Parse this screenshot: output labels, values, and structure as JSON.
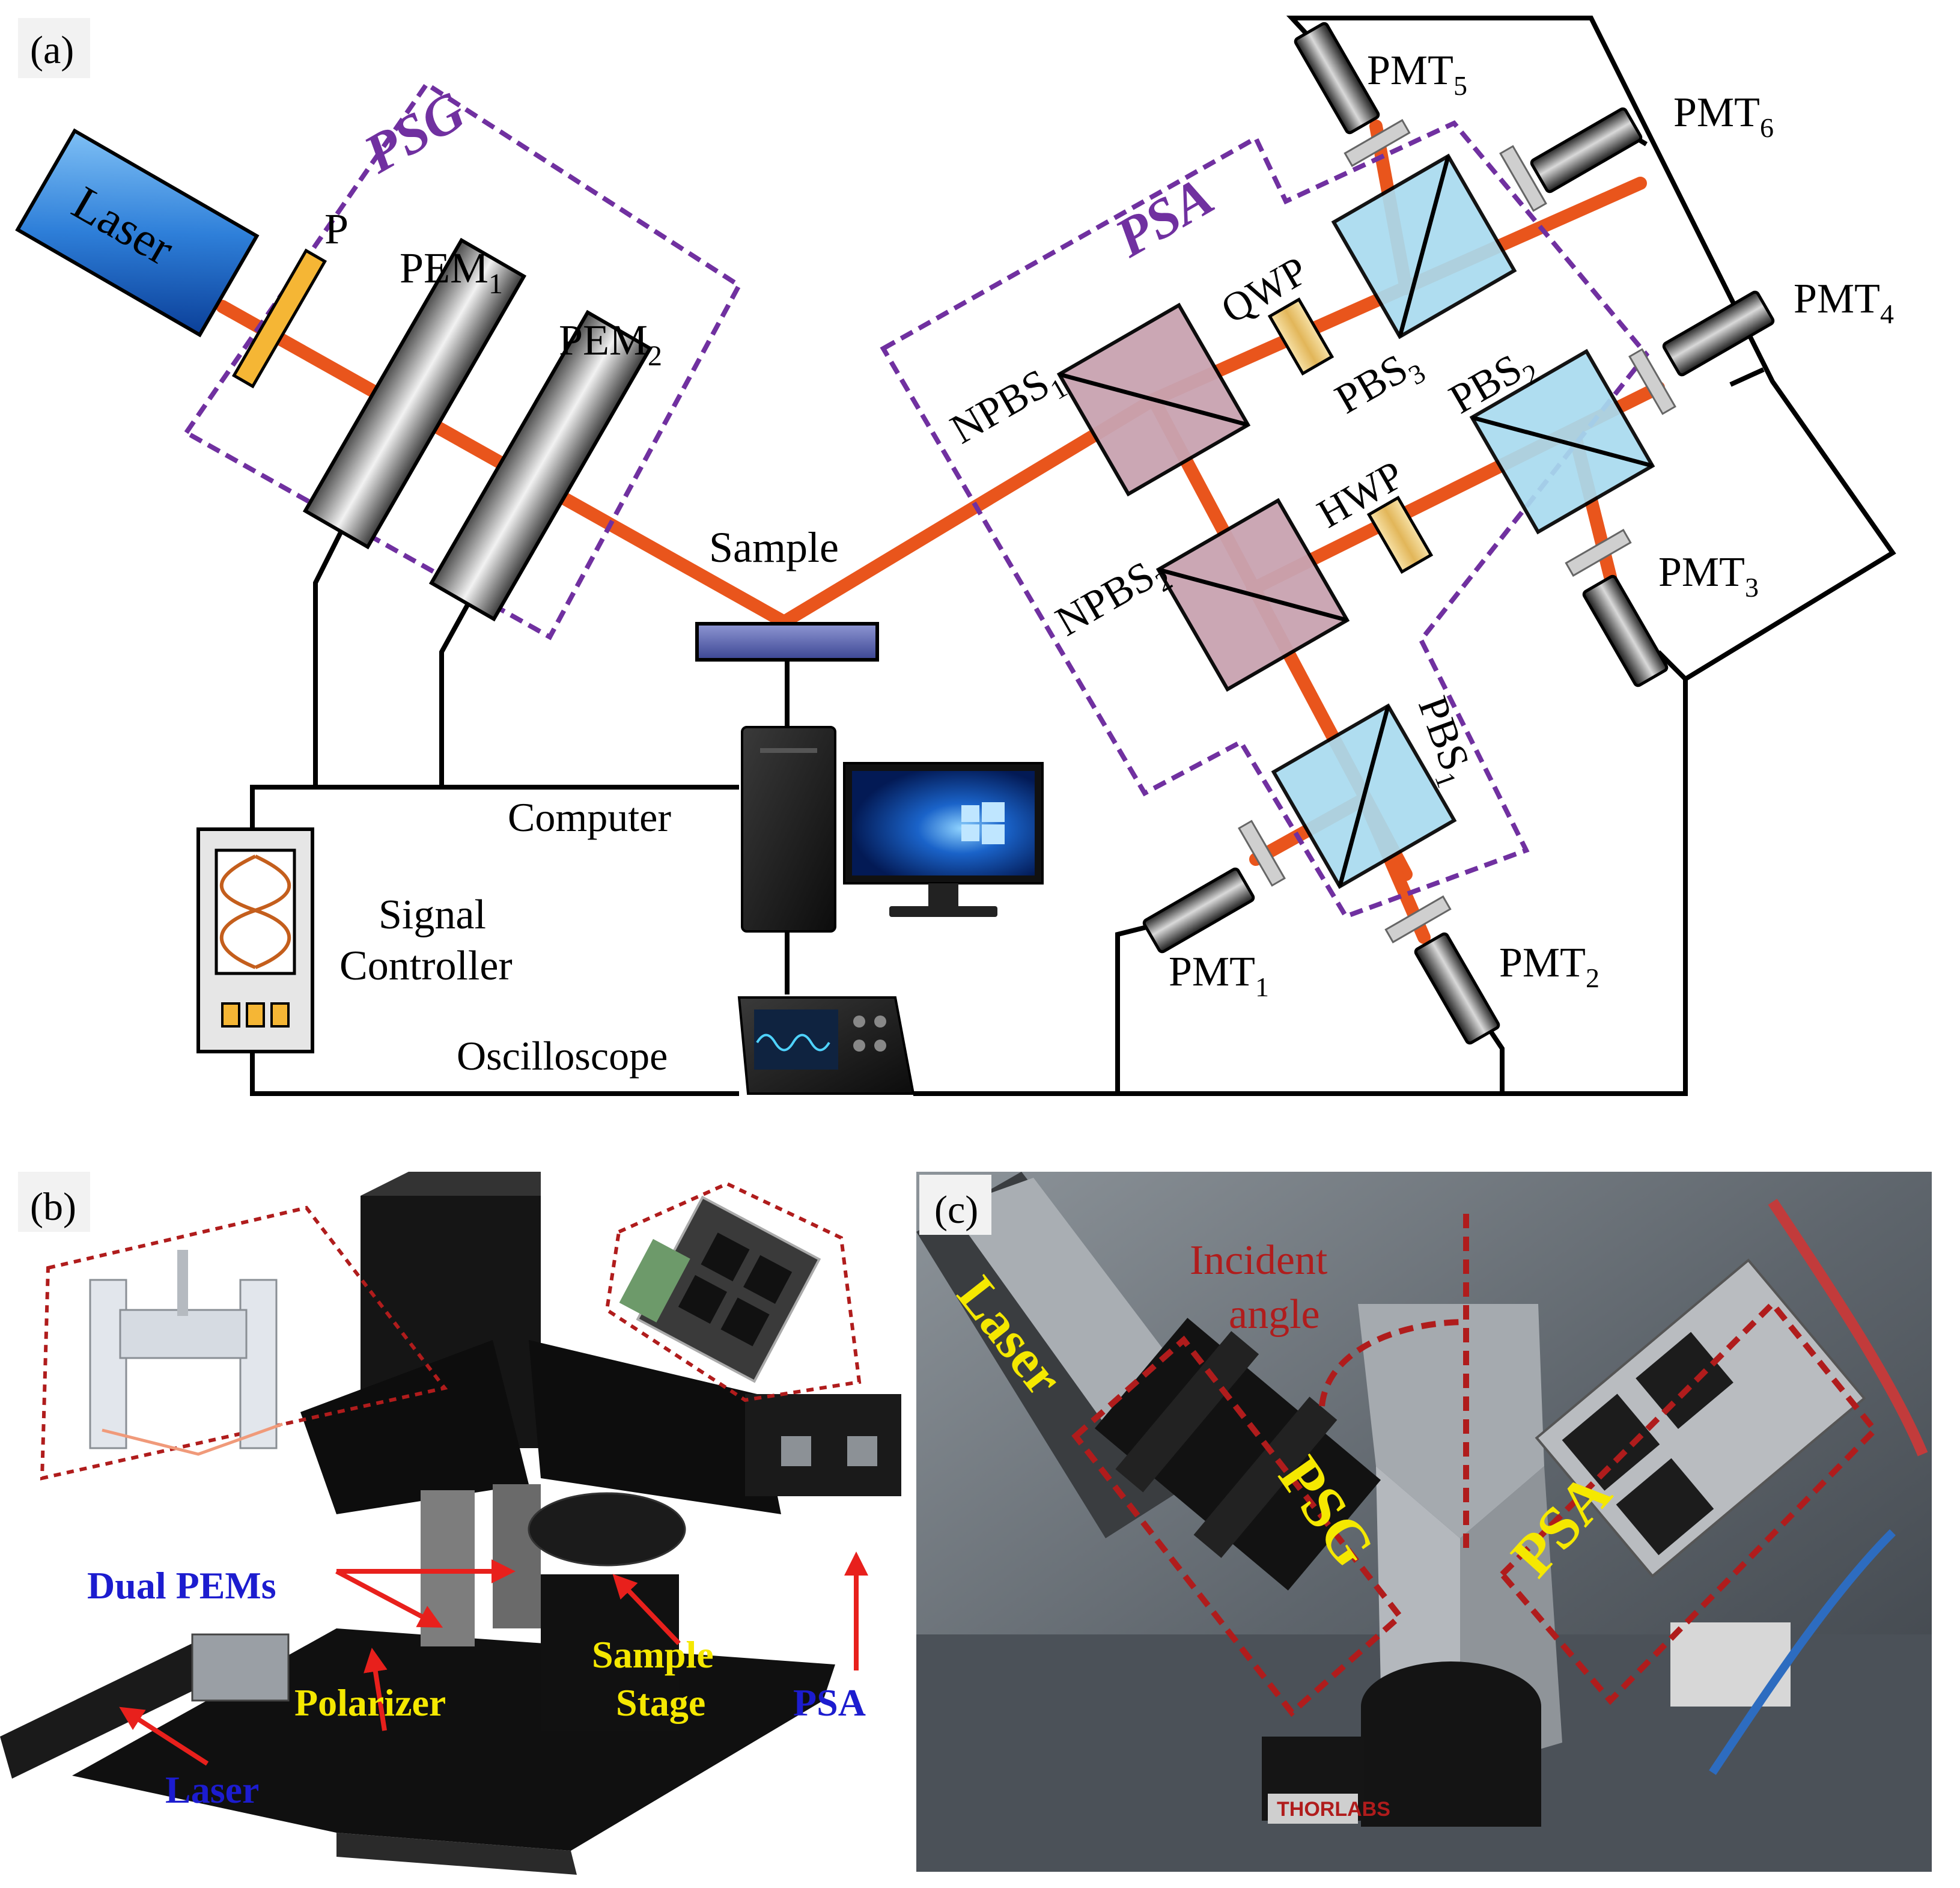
{
  "panel_a": {
    "panel_label": "(a)",
    "psg_label": "PSG",
    "psa_label": "PSA",
    "laser_label": "Laser",
    "polarizer_label": "P",
    "pem1": {
      "base": "PEM",
      "sub": "1"
    },
    "pem2": {
      "base": "PEM",
      "sub": "2"
    },
    "sample_label": "Sample",
    "computer_label": "Computer",
    "signal_controller_line1": "Signal",
    "signal_controller_line2": "Controller",
    "oscilloscope_label": "Oscilloscope",
    "npbs1": {
      "base": "NPBS",
      "sub": "1"
    },
    "npbs2": {
      "base": "NPBS",
      "sub": "2"
    },
    "qwp_label": "QWP",
    "hwp_label": "HWP",
    "pbs1": {
      "base": "PBS",
      "sub": "1"
    },
    "pbs2": {
      "base": "PBS",
      "sub": "2"
    },
    "pbs3": {
      "base": "PBS",
      "sub": "3"
    },
    "pmt1": {
      "base": "PMT",
      "sub": "1"
    },
    "pmt2": {
      "base": "PMT",
      "sub": "2"
    },
    "pmt3": {
      "base": "PMT",
      "sub": "3"
    },
    "pmt4": {
      "base": "PMT",
      "sub": "4"
    },
    "pmt5": {
      "base": "PMT",
      "sub": "5"
    },
    "pmt6": {
      "base": "PMT",
      "sub": "6"
    }
  },
  "panel_b": {
    "panel_label": "(b)",
    "dual_pems_label": "Dual PEMs",
    "polarizer_label": "Polarizer",
    "sample_stage_line1": "Sample",
    "sample_stage_line2": "Stage",
    "psa_label": "PSA",
    "laser_label": "Laser"
  },
  "panel_c": {
    "panel_label": "(c)",
    "incident_angle_line1": "Incident",
    "incident_angle_line2": "angle",
    "laser_label": "Laser",
    "psg_label": "PSG",
    "psa_label": "PSA",
    "brand_text": "THORLABS"
  },
  "colors": {
    "beam": "#e9551c",
    "dashed_purple": "#7030a0",
    "dashed_red": "#b01c1c",
    "arrow_red": "#e8201c",
    "label_blue": "#1c1ccf",
    "label_yellow": "#f5e800",
    "laser_blue": "#1f6fd1",
    "npbs_pink": "#c9a3b1",
    "pbs_cyan": "#a9dbef"
  }
}
